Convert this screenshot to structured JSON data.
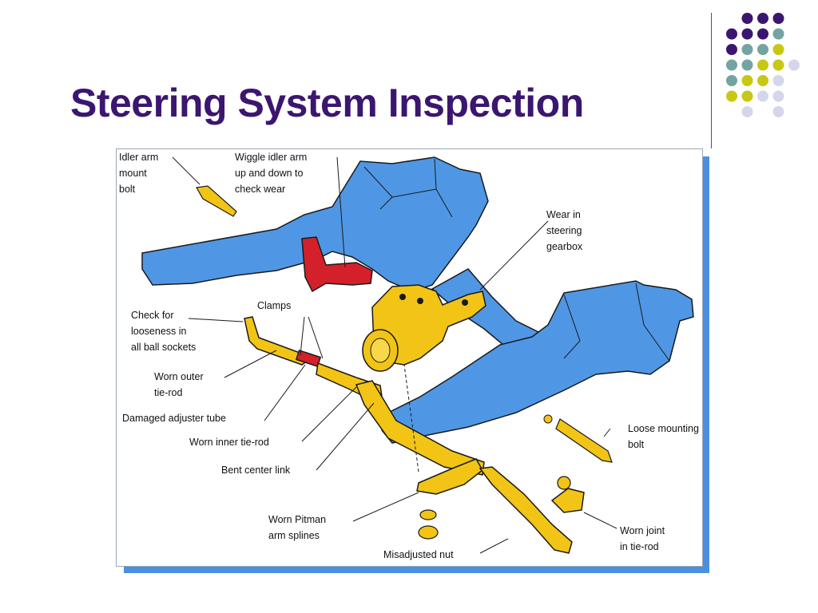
{
  "slide": {
    "title": "Steering System Inspection",
    "colors": {
      "title": "#3b1670",
      "frame_shadow": "#4a90e2",
      "frame_part_blue": "#4f97e4",
      "part_yellow": "#f2c416",
      "part_red": "#d4202a",
      "dot_purple": "#3b1670",
      "dot_teal": "#74a3a3",
      "dot_olive": "#c8c814",
      "dot_lavender": "#d6d6ea"
    }
  },
  "diagram": {
    "labels": {
      "idler_arm_mount_bolt": "Idler arm\nmount\nbolt",
      "wiggle_idler_arm": "Wiggle idler arm\nup and down to\ncheck wear",
      "wear_in_gearbox": "Wear in\nsteering\ngearbox",
      "clamps": "Clamps",
      "check_ball_sockets": "Check for\nlooseness in\nall ball sockets",
      "worn_outer_tie_rod": "Worn outer\ntie-rod",
      "damaged_adjuster_tube": "Damaged adjuster tube",
      "worn_inner_tie_rod": "Worn inner tie-rod",
      "bent_center_link": "Bent center link",
      "loose_mounting_bolt": "Loose mounting\nbolt",
      "worn_pitman_arm_splines": "Worn Pitman\narm splines",
      "misadjusted_nut": "Misadjusted nut",
      "worn_joint_tie_rod": "Worn joint\nin tie-rod"
    }
  }
}
